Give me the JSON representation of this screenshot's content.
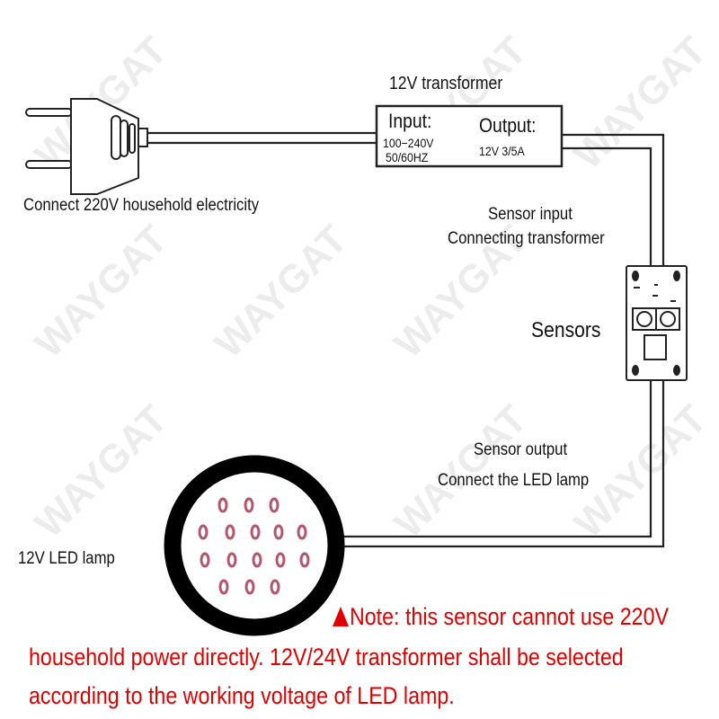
{
  "watermark": "WAYGAT",
  "plug_label": "Connect 220V household electricity",
  "transformer": {
    "title": "12V transformer",
    "input_label": "Input:",
    "input_voltage": "100−240V",
    "input_freq": "50/60HZ",
    "output_label": "Output:",
    "output_value": "12V 3/5A"
  },
  "sensor_input_label": [
    "Sensor input",
    "Connecting transformer"
  ],
  "sensor_label": "Sensors",
  "sensor_output_label": [
    "Sensor output",
    "Connect the LED lamp"
  ],
  "lamp_label": "12V   LED lamp",
  "note": {
    "color": "#e00000",
    "lines": [
      "Note: this sensor cannot use 220V",
      "household power directly. 12V/24V transformer shall be selected",
      "according to the working voltage of LED lamp."
    ]
  }
}
